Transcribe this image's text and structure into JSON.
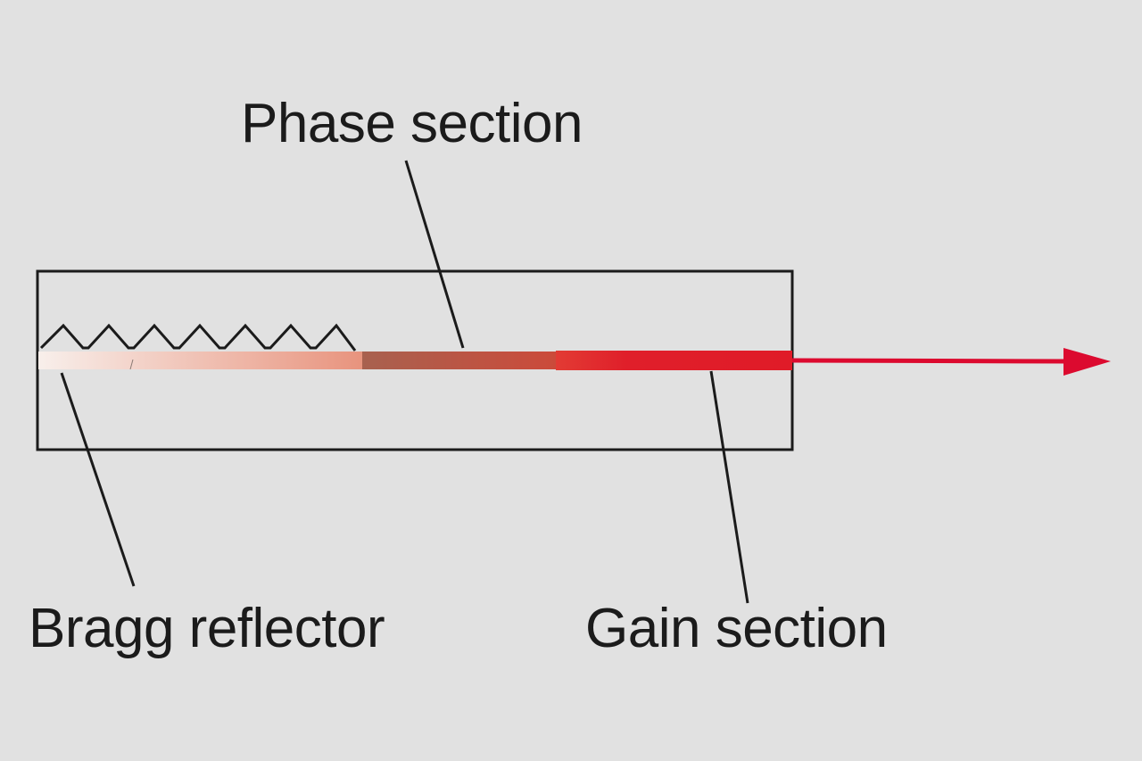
{
  "labels": {
    "phase": "Phase section",
    "bragg": "Bragg reflector",
    "gain": "Gain section"
  },
  "colors": {
    "background": "#e1e1e1",
    "outline": "#1b1b1b",
    "bragg_gradient": [
      "#f8efeb",
      "#e8937d"
    ],
    "phase_gradient": [
      "#a8614f",
      "#cc4a3a"
    ],
    "gain_gradient": [
      "#e23b34",
      "#e01b28"
    ],
    "output_beam": "#dc0a2f"
  }
}
